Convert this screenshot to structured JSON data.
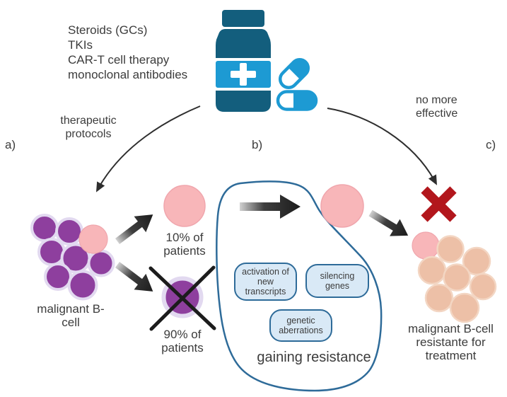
{
  "figure_labels": {
    "a": "a)",
    "b": "b)",
    "c": "c)"
  },
  "therapies": [
    "Steroids (GCs)",
    "TKIs",
    "CAR-T cell therapy",
    "monoclonal antibodies"
  ],
  "annotations": {
    "therapeutic_protocols": "therapeutic protocols",
    "no_more_effective": "no more effective",
    "malignant_b_cell": "malignant B-cell",
    "patients_10": "10% of patients",
    "patients_90": "90% of patients",
    "gaining_resistance": "gaining resistance",
    "resistant_cell": "malignant B-cell resistante for treatment"
  },
  "resistance_mechanisms": {
    "box1": "activation of new transcripts",
    "box2": "silencing genes",
    "box3": "genetic aberrations"
  },
  "icons": {
    "medicine_bottle": "medicine-bottle-icon",
    "pills": "pill-capsules-icon",
    "red_x": "treatment-failed-x-icon",
    "crossed_cell": "crossed-out-cell-icon"
  },
  "colors": {
    "bottle_dark": "#135e7d",
    "bottle_light": "#1d9ad3",
    "pink_cell": "#f8b6b9",
    "pink_cell_edge": "#f0a6ad",
    "purple_cell": "#8e3f9e",
    "purple_halo": "#e2d9f0",
    "peach_cell": "#edc0a7",
    "peach_halo": "#f3d6c3",
    "red_x": "#b2161c",
    "blob_outline": "#2e6b99",
    "box_fill": "#d9e9f6",
    "arrow_black": "#1c1c1c",
    "curve_gray": "#2e2e2e",
    "text": "#3c3c3c"
  }
}
